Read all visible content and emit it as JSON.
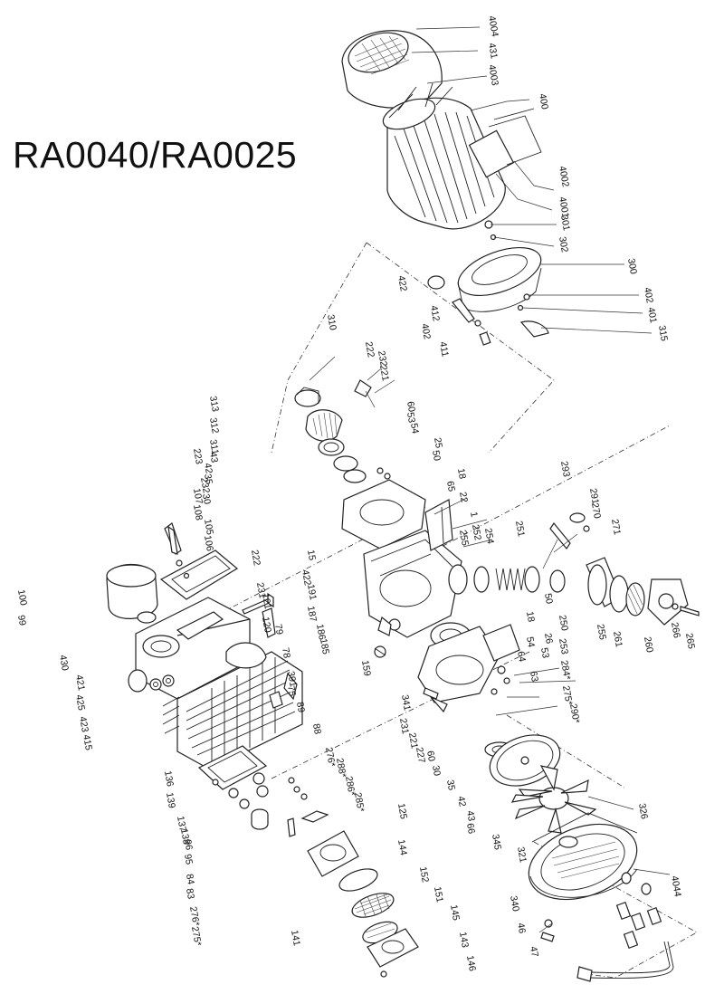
{
  "model_title": "RA0040/RA0025",
  "labels": [
    {
      "id": "l-4004",
      "text": "4004"
    },
    {
      "id": "l-431",
      "text": "431"
    },
    {
      "id": "l-4003",
      "text": "4003"
    },
    {
      "id": "l-400",
      "text": "400"
    },
    {
      "id": "l-4002",
      "text": "4002"
    },
    {
      "id": "l-4001",
      "text": "4001"
    },
    {
      "id": "l-301",
      "text": "301"
    },
    {
      "id": "l-302",
      "text": "302"
    },
    {
      "id": "l-300",
      "text": "300"
    },
    {
      "id": "l-402a",
      "text": "402"
    },
    {
      "id": "l-401",
      "text": "401"
    },
    {
      "id": "l-315",
      "text": "315"
    },
    {
      "id": "l-422",
      "text": "422"
    },
    {
      "id": "l-412",
      "text": "412"
    },
    {
      "id": "l-402b",
      "text": "402"
    },
    {
      "id": "l-411",
      "text": "411"
    },
    {
      "id": "l-310",
      "text": "310"
    },
    {
      "id": "l-222",
      "text": "222"
    },
    {
      "id": "l-232a",
      "text": "232"
    },
    {
      "id": "l-221a",
      "text": "221"
    },
    {
      "id": "l-313",
      "text": "313"
    },
    {
      "id": "l-312",
      "text": "312"
    },
    {
      "id": "l-311",
      "text": "311"
    },
    {
      "id": "l-43a",
      "text": "43"
    },
    {
      "id": "l-42a",
      "text": "42"
    },
    {
      "id": "l-35a",
      "text": "35"
    },
    {
      "id": "l-30a",
      "text": "30"
    },
    {
      "id": "l-60a",
      "text": "60"
    },
    {
      "id": "l-53a",
      "text": "53"
    },
    {
      "id": "l-54a",
      "text": "54"
    },
    {
      "id": "l-25",
      "text": "25"
    },
    {
      "id": "l-50a",
      "text": "50"
    },
    {
      "id": "l-18a",
      "text": "18"
    },
    {
      "id": "l-65",
      "text": "65"
    },
    {
      "id": "l-22",
      "text": "22"
    },
    {
      "id": "l-1",
      "text": "1"
    },
    {
      "id": "l-223",
      "text": "223"
    },
    {
      "id": "l-232b",
      "text": "232"
    },
    {
      "id": "l-107",
      "text": "107"
    },
    {
      "id": "l-108",
      "text": "108"
    },
    {
      "id": "l-105",
      "text": "105"
    },
    {
      "id": "l-106",
      "text": "106"
    },
    {
      "id": "l-222b",
      "text": "222"
    },
    {
      "id": "l-231",
      "text": "231"
    },
    {
      "id": "l-121",
      "text": "121"
    },
    {
      "id": "l-120",
      "text": "120"
    },
    {
      "id": "l-79",
      "text": "79"
    },
    {
      "id": "l-100",
      "text": "100"
    },
    {
      "id": "l-99",
      "text": "99"
    },
    {
      "id": "l-430",
      "text": "430"
    },
    {
      "id": "l-421",
      "text": "421"
    },
    {
      "id": "l-425",
      "text": "425"
    },
    {
      "id": "l-423",
      "text": "423"
    },
    {
      "id": "l-415",
      "text": "415"
    },
    {
      "id": "l-78",
      "text": "78"
    },
    {
      "id": "l-391",
      "text": "391"
    },
    {
      "id": "l-75",
      "text": "75"
    },
    {
      "id": "l-89",
      "text": "89"
    },
    {
      "id": "l-15",
      "text": "15"
    },
    {
      "id": "l-422b",
      "text": "422"
    },
    {
      "id": "l-191",
      "text": "191"
    },
    {
      "id": "l-187",
      "text": "187"
    },
    {
      "id": "l-186",
      "text": "186"
    },
    {
      "id": "l-185",
      "text": "185"
    },
    {
      "id": "l-159",
      "text": "159"
    },
    {
      "id": "l-255a",
      "text": "255"
    },
    {
      "id": "l-252",
      "text": "252"
    },
    {
      "id": "l-254",
      "text": "254"
    },
    {
      "id": "l-251",
      "text": "251"
    },
    {
      "id": "l-293",
      "text": "293"
    },
    {
      "id": "l-291",
      "text": "291"
    },
    {
      "id": "l-270",
      "text": "270"
    },
    {
      "id": "l-271",
      "text": "271"
    },
    {
      "id": "l-50b",
      "text": "50"
    },
    {
      "id": "l-250",
      "text": "250"
    },
    {
      "id": "l-253",
      "text": "253"
    },
    {
      "id": "l-255b",
      "text": "255"
    },
    {
      "id": "l-261",
      "text": "261"
    },
    {
      "id": "l-260",
      "text": "260"
    },
    {
      "id": "l-266",
      "text": "266"
    },
    {
      "id": "l-265",
      "text": "265"
    },
    {
      "id": "l-18b",
      "text": "18"
    },
    {
      "id": "l-26",
      "text": "26"
    },
    {
      "id": "l-54b",
      "text": "54"
    },
    {
      "id": "l-53b",
      "text": "53"
    },
    {
      "id": "l-64",
      "text": "64"
    },
    {
      "id": "l-63",
      "text": "63"
    },
    {
      "id": "l-284",
      "text": "284*"
    },
    {
      "id": "l-275a",
      "text": "275*"
    },
    {
      "id": "l-290",
      "text": "290*"
    },
    {
      "id": "l-341",
      "text": "341"
    },
    {
      "id": "l-231b",
      "text": "231"
    },
    {
      "id": "l-221b",
      "text": "221"
    },
    {
      "id": "l-227",
      "text": "227"
    },
    {
      "id": "l-60b",
      "text": "60"
    },
    {
      "id": "l-30b",
      "text": "30"
    },
    {
      "id": "l-35b",
      "text": "35"
    },
    {
      "id": "l-42b",
      "text": "42"
    },
    {
      "id": "l-43b",
      "text": "43"
    },
    {
      "id": "l-66",
      "text": "66"
    },
    {
      "id": "l-345",
      "text": "345"
    },
    {
      "id": "l-321",
      "text": "321"
    },
    {
      "id": "l-326",
      "text": "326"
    },
    {
      "id": "l-88",
      "text": "88"
    },
    {
      "id": "l-276a",
      "text": "276*"
    },
    {
      "id": "l-288",
      "text": "288*"
    },
    {
      "id": "l-286",
      "text": "286*"
    },
    {
      "id": "l-285",
      "text": "285*"
    },
    {
      "id": "l-125",
      "text": "125"
    },
    {
      "id": "l-136",
      "text": "136"
    },
    {
      "id": "l-139",
      "text": "139"
    },
    {
      "id": "l-137",
      "text": "137"
    },
    {
      "id": "l-138",
      "text": "138"
    },
    {
      "id": "l-96",
      "text": "96"
    },
    {
      "id": "l-95",
      "text": "95"
    },
    {
      "id": "l-84",
      "text": "84"
    },
    {
      "id": "l-83",
      "text": "83"
    },
    {
      "id": "l-276b",
      "text": "276*"
    },
    {
      "id": "l-275b",
      "text": "275*"
    },
    {
      "id": "l-141",
      "text": "141"
    },
    {
      "id": "l-144",
      "text": "144"
    },
    {
      "id": "l-152",
      "text": "152"
    },
    {
      "id": "l-151",
      "text": "151"
    },
    {
      "id": "l-145",
      "text": "145"
    },
    {
      "id": "l-143",
      "text": "143"
    },
    {
      "id": "l-146",
      "text": "146"
    },
    {
      "id": "l-340",
      "text": "340"
    },
    {
      "id": "l-46",
      "text": "46"
    },
    {
      "id": "l-47",
      "text": "47"
    },
    {
      "id": "l-4044",
      "text": "4044"
    }
  ]
}
